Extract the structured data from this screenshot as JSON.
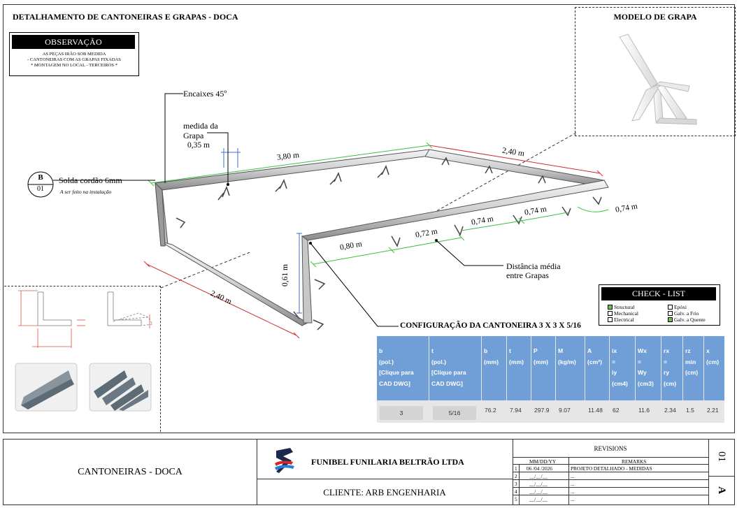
{
  "sheet": {
    "title": "DETALHAMENTO DE CANTONEIRAS E GRAPAS - DOCA",
    "grapa_title": "MODELO DE GRAPA"
  },
  "observacao": {
    "header": "OBSERVAÇÃO",
    "lines": [
      "AS PEÇAS IRÃO SOB MEDIDA",
      "- CANTONEIRAS COM AS GRAPAS FIXADAS",
      "* MONTAGEM NO LOCAL - TERCEIROS *"
    ]
  },
  "annotations": {
    "encaixes": "Encaixes 45º",
    "medida_grapa_1": "medida da",
    "medida_grapa_2": "Grapa",
    "solda_label": "Solda cordão 6mm",
    "solda_note": "A ser feito na instalação",
    "marker_letter": "B",
    "marker_number": "01",
    "distancia_1": "Distância média",
    "distancia_2": "entre Grapas"
  },
  "dimensions": {
    "grapa": "0,35 m",
    "top_long": "3,80 m",
    "top_right": "2,40 m",
    "front_left": "2,40 m",
    "height": "0,61 m",
    "s080": "0,80 m",
    "s072": "0,72 m",
    "s074a": "0,74 m",
    "s074b": "0,74 m",
    "s074c": "0,74 m"
  },
  "checklist": {
    "header": "CHECK - LIST",
    "items": [
      {
        "label": "Structural",
        "checked": true
      },
      {
        "label": "Epóxi",
        "checked": false
      },
      {
        "label": "Mechanical",
        "checked": false
      },
      {
        "label": "Galv. a Frio",
        "checked": false
      },
      {
        "label": "Electrical",
        "checked": false
      },
      {
        "label": "Galv. a Quente",
        "checked": true
      }
    ]
  },
  "config": {
    "title": "CONFIGURAÇÃO DA CANTONEIRA 3 X 3 X 5/16",
    "headers": [
      [
        "b",
        "(pol.)",
        "[Clique para",
        "CAD DWG]"
      ],
      [
        "t",
        "(pol.)",
        "[Clique para",
        "CAD DWG]"
      ],
      [
        "b",
        "(mm)"
      ],
      [
        "t",
        "(mm)"
      ],
      [
        "P",
        "(mm)"
      ],
      [
        "M",
        "(kg/m)"
      ],
      [
        "A",
        "(cm²)"
      ],
      [
        "ix",
        "=",
        "iy",
        "(cm4)"
      ],
      [
        "Wx",
        "=",
        "Wy",
        "(cm3)"
      ],
      [
        "rx",
        "=",
        "ry",
        "(cm)"
      ],
      [
        "rz",
        "min",
        "(cm)"
      ],
      [
        "x",
        "(cm)"
      ]
    ],
    "values": [
      "3",
      "5/16",
      "76.2",
      "7.94",
      "297.9",
      "9.07",
      "11.48",
      "62",
      "11.6",
      "2.34",
      "1.5",
      "2.21"
    ]
  },
  "title_block": {
    "drawing_name": "CANTONEIRAS - DOCA",
    "company": "FUNIBEL FUNILARIA BELTRÃO LTDA",
    "client": "CLIENTE: ARB ENGENHARIA",
    "revisions_title": "REVISIONS",
    "col_date": "MM/DD/YY",
    "col_remarks": "REMARKS",
    "revisions": [
      {
        "n": "1",
        "date": "06 /04 /2026",
        "remark": "PROJETO DETALHADO - MEDIDAS"
      },
      {
        "n": "2",
        "date": "__/__/__",
        "remark": "..."
      },
      {
        "n": "3",
        "date": "__/__/__",
        "remark": "..."
      },
      {
        "n": "4",
        "date": "__/__/__",
        "remark": "..."
      },
      {
        "n": "5",
        "date": "__/__/__",
        "remark": "..."
      }
    ],
    "sheet_number": "01",
    "revision_letter": "A"
  },
  "colors": {
    "dim_green": "#3fbf3f",
    "dim_red": "#d22b2b",
    "dim_blue": "#3b6fd6",
    "table_header": "#6f9fd6"
  }
}
